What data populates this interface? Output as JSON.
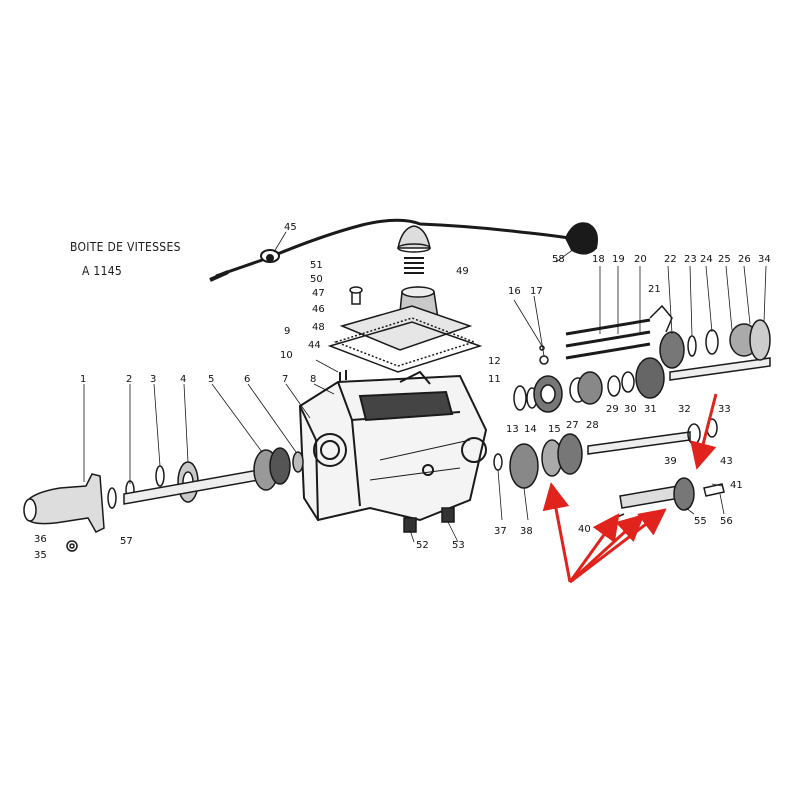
{
  "title": {
    "line1": "BOITE DE VITESSES",
    "line2": "A 1145"
  },
  "callouts": [
    "1",
    "2",
    "3",
    "4",
    "5",
    "6",
    "7",
    "8",
    "9",
    "10",
    "11",
    "12",
    "13",
    "14",
    "15",
    "16",
    "17",
    "18",
    "19",
    "20",
    "21",
    "22",
    "23",
    "24",
    "25",
    "26",
    "27",
    "28",
    "29",
    "30",
    "31",
    "32",
    "33",
    "34",
    "35",
    "36",
    "37",
    "38",
    "39",
    "40",
    "41",
    "43",
    "44",
    "45",
    "46",
    "47",
    "48",
    "49",
    "50",
    "51",
    "52",
    "53",
    "55",
    "56",
    "57",
    "58"
  ],
  "colors": {
    "ink": "#1a1a1a",
    "arrow": "#e0231c",
    "background": "#ffffff"
  }
}
